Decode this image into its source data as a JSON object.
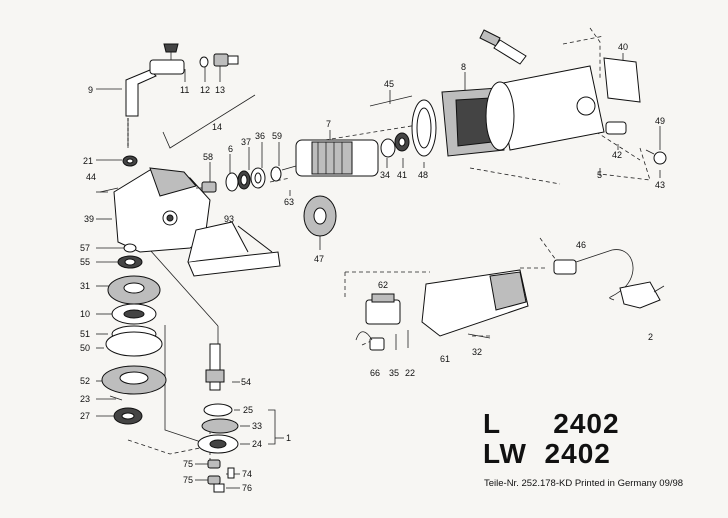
{
  "model_lines": [
    "L      2402",
    "LW  2402"
  ],
  "footer": "Teile-Nr. 252.178-KD  Printed in Germany  09/98",
  "part_labels": [
    "9",
    "11",
    "12",
    "13",
    "14",
    "21",
    "44",
    "39",
    "58",
    "6",
    "37",
    "36",
    "59",
    "7",
    "63",
    "93",
    "45",
    "8",
    "34",
    "41",
    "48",
    "40",
    "49",
    "42",
    "5",
    "43",
    "47",
    "57",
    "55",
    "31",
    "10",
    "51",
    "50",
    "52",
    "23",
    "27",
    "54",
    "25",
    "33",
    "24",
    "1",
    "75",
    "74",
    "75",
    "76",
    "46",
    "62",
    "66",
    "35",
    "22",
    "61",
    "32",
    "2"
  ]
}
